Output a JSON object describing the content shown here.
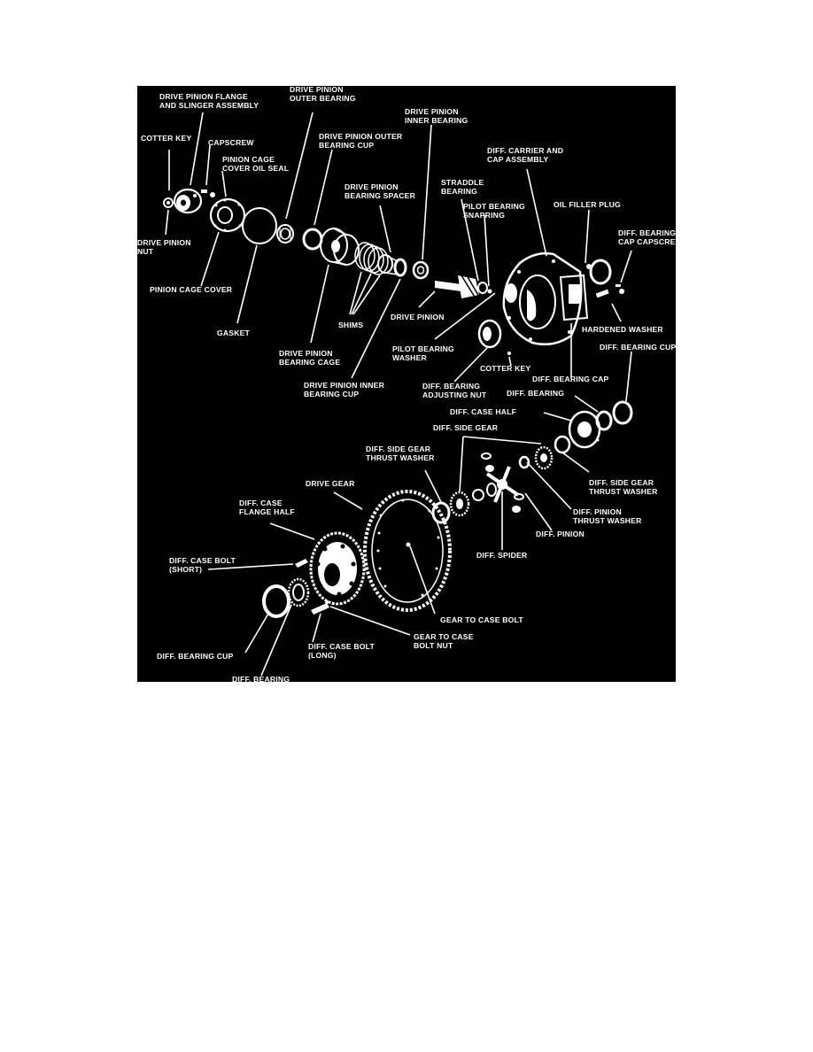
{
  "diagram": {
    "background_color": "#000000",
    "line_color": "#ffffff",
    "labels": {
      "drive_pinion_flange": "DRIVE PINION FLANGE\nAND SLINGER ASSEMBLY",
      "drive_pinion_outer_bearing": "DRIVE PINION\nOUTER BEARING",
      "drive_pinion_inner_bearing": "DRIVE PINION\nINNER BEARING",
      "cotter_key_top": "COTTER KEY",
      "capscrew": "CAPSCREW",
      "drive_pinion_outer_bearing_cup": "DRIVE PINION OUTER\nBEARING CUP",
      "diff_carrier_and_cap": "DIFF. CARRIER AND\nCAP ASSEMBLY",
      "pinion_cage_cover_oil_seal": "PINION CAGE\nCOVER OIL SEAL",
      "straddle_bearing": "STRADDLE\nBEARING",
      "drive_pinion_bearing_spacer": "DRIVE PINION\nBEARING SPACER",
      "oil_filler_plug": "OIL FILLER PLUG",
      "pilot_bearing_snapring": "PILOT BEARING\nSNAPRING",
      "diff_bearing_cap_capscrew": "DIFF. BEARING\nCAP CAPSCREW",
      "drive_pinion_nut": "DRIVE PINION\nNUT",
      "pinion_cage_cover": "PINION CAGE COVER",
      "drive_pinion": "DRIVE PINION",
      "hardened_washer": "HARDENED WASHER",
      "shims": "SHIMS",
      "gasket": "GASKET",
      "pilot_bearing_washer": "PILOT BEARING\nWASHER",
      "diff_bearing_cup_right": "DIFF. BEARING CUP",
      "drive_pinion_bearing_cage": "DRIVE PINION\nBEARING CAGE",
      "cotter_key_mid": "COTTER KEY",
      "diff_bearing_cap": "DIFF. BEARING CAP",
      "drive_pinion_inner_bearing_cup": "DRIVE PINION INNER\nBEARING CUP",
      "diff_bearing_adjusting_nut": "DIFF. BEARING\nADJUSTING NUT",
      "diff_bearing_right": "DIFF. BEARING",
      "diff_case_half": "DIFF. CASE HALF",
      "diff_side_gear": "DIFF. SIDE GEAR",
      "diff_side_gear_thrust_washer_left": "DIFF. SIDE GEAR\nTHRUST WASHER",
      "drive_gear": "DRIVE GEAR",
      "diff_side_gear_thrust_washer_right": "DIFF. SIDE GEAR\nTHRUST WASHER",
      "diff_case_flange_half": "DIFF. CASE\nFLANGE HALF",
      "diff_pinion_thrust_washer": "DIFF. PINION\nTHRUST WASHER",
      "diff_pinion": "DIFF. PINION",
      "diff_spider": "DIFF. SPIDER",
      "diff_case_bolt_short": "DIFF. CASE BOLT\n(SHORT)",
      "gear_to_case_bolt": "GEAR TO CASE BOLT",
      "gear_to_case_bolt_nut": "GEAR TO CASE\nBOLT NUT",
      "diff_case_bolt_long": "DIFF. CASE BOLT\n(LONG)",
      "diff_bearing_cup_left": "DIFF. BEARING CUP",
      "diff_bearing_left": "DIFF. BEARING"
    }
  }
}
